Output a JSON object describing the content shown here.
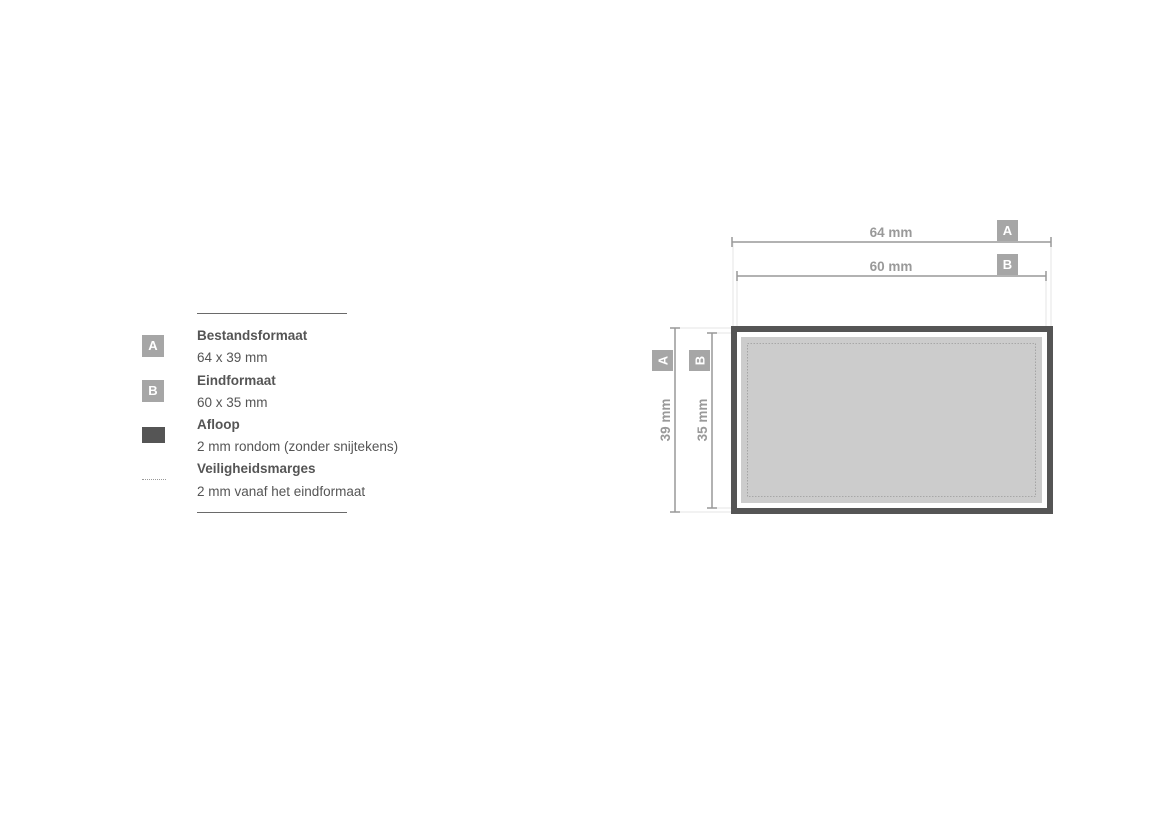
{
  "legend": {
    "items": [
      {
        "icon": "badge",
        "badge_label": "A",
        "title": "Bestandsformaat",
        "description": "64 x 39 mm"
      },
      {
        "icon": "badge",
        "badge_label": "B",
        "title": "Eindformaat",
        "description": "60 x 35 mm"
      },
      {
        "icon": "swatch",
        "title": "Afloop",
        "description": "2 mm rondom (zonder snijtekens)"
      },
      {
        "icon": "dotted-line",
        "title": "Veiligheidsmarges",
        "description": "2 mm vanaf het eindformaat"
      }
    ]
  },
  "diagram": {
    "width_a": "64 mm",
    "width_b": "60 mm",
    "height_a": "39 mm",
    "height_b": "35 mm",
    "badge_a": "A",
    "badge_b": "B"
  },
  "colors": {
    "bleed": "#555555",
    "trim_gap": "#ffffff",
    "safe_area": "#cccccc",
    "badge": "#a6a6a6",
    "dimension": "#999999"
  }
}
